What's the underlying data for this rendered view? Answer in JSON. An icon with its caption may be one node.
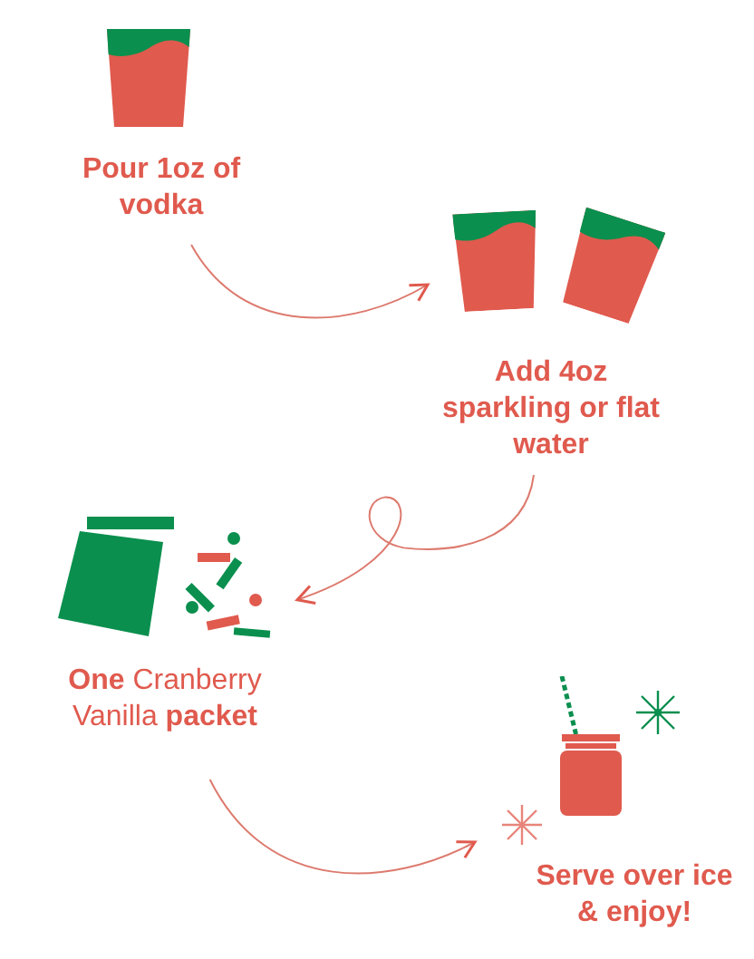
{
  "diagram": {
    "nodes": [
      {
        "text": [
          "Pour 1oz of vodka"
        ]
      },
      {
        "text": [
          "Add 4oz sparkling or flat water"
        ]
      },
      {
        "text": [
          "**One** Cranberry Vanilla **packet**"
        ]
      },
      {
        "text": [
          "Serve over ice & enjoy!"
        ]
      }
    ],
    "edges": [
      {
        "from": 0,
        "to": 1,
        "arrow": "to"
      },
      {
        "from": 1,
        "to": 2,
        "arrow": "to"
      },
      {
        "from": 2,
        "to": 3,
        "arrow": "to"
      }
    ]
  }
}
